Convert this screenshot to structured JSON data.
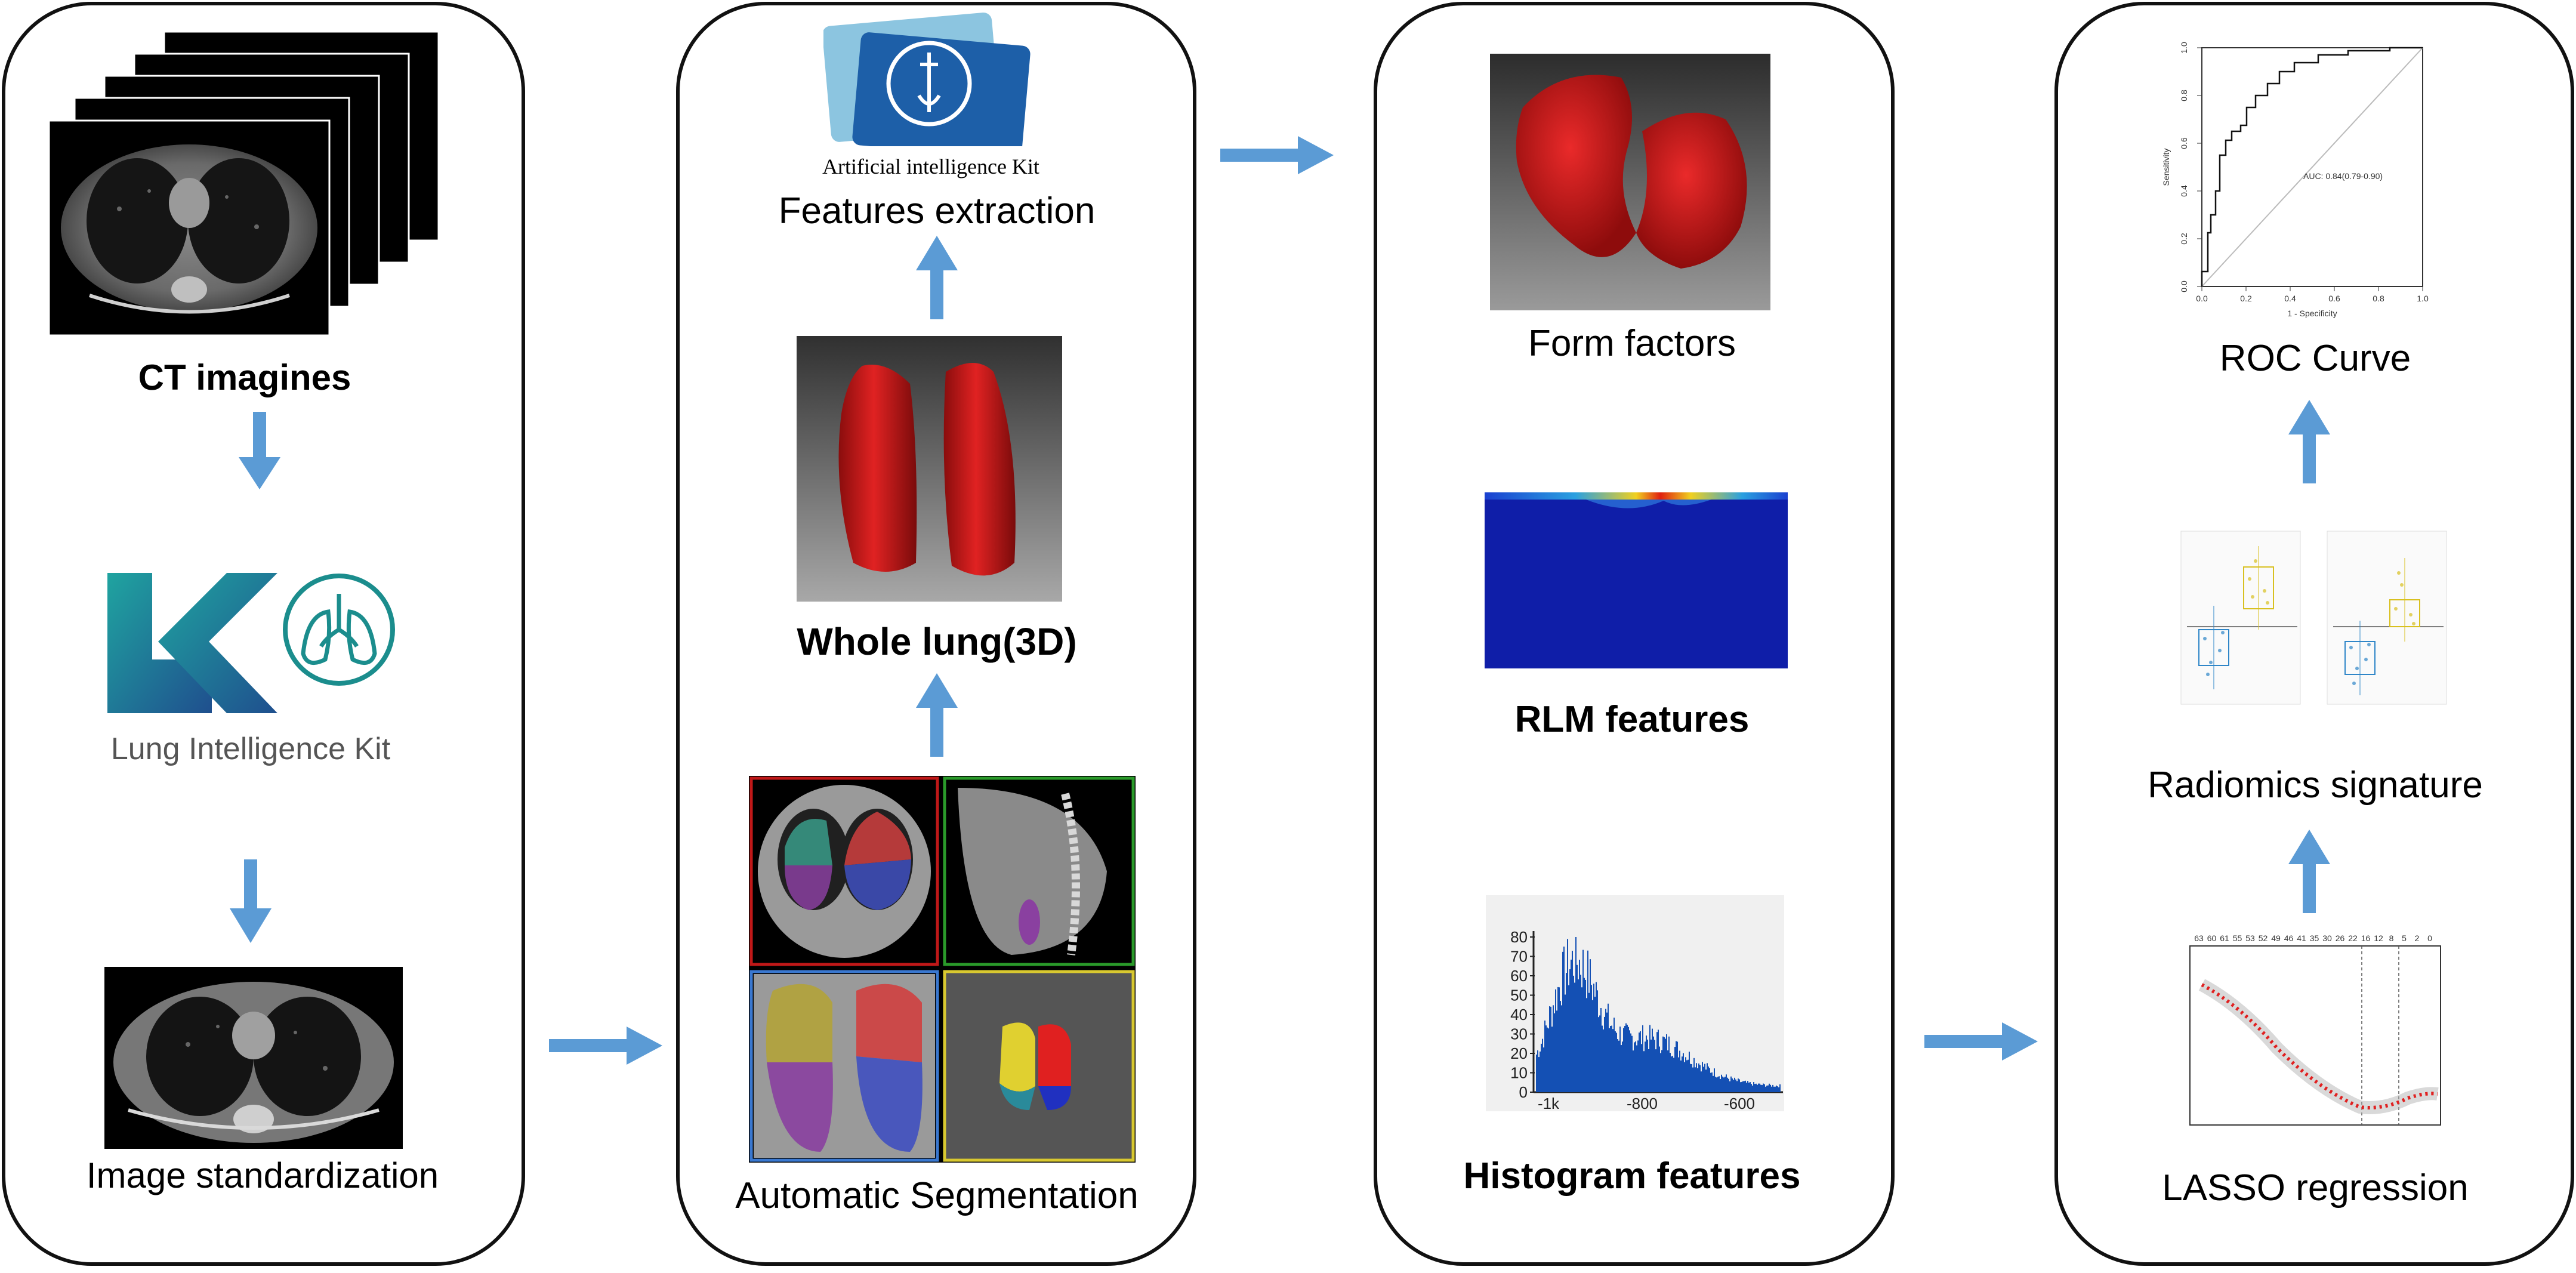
{
  "panels": {
    "p1": {
      "step1": "CT imagines",
      "logo_text": "Lung Intelligence Kit",
      "logo_mark": "LK",
      "step2": "Image standardization"
    },
    "p2": {
      "logo_text": "Artificial intelligence Kit",
      "step_top": "Features extraction",
      "step_mid": "Whole lung(3D)",
      "step_bottom": "Automatic Segmentation"
    },
    "p3": {
      "f1": "Form factors",
      "f2": "RLM features",
      "f3": "Histogram features",
      "hist_ticks_y": [
        "80",
        "70",
        "60",
        "50",
        "40",
        "30",
        "20",
        "10",
        "0"
      ],
      "hist_ticks_x": [
        "-1k",
        "-800",
        "-600"
      ]
    },
    "p4": {
      "roc": "ROC Curve",
      "roc_auc": "AUC: 0.84(0.79-0.90)",
      "roc_xlabel": "1 - Specificity",
      "roc_ylabel": "Sensitivity",
      "roc_xticks": [
        "0.0",
        "0.2",
        "0.4",
        "0.6",
        "0.8",
        "1.0"
      ],
      "roc_yticks": [
        "0.0",
        "0.2",
        "0.4",
        "0.6",
        "0.8",
        "1.0"
      ],
      "sig": "Radiomics signature",
      "lasso": "LASSO regression",
      "lasso_top": [
        "63",
        "60",
        "61",
        "55",
        "53",
        "52",
        "49",
        "46",
        "41",
        "35",
        "30",
        "26",
        "22",
        "16",
        "12",
        "8",
        "5",
        "2",
        "0"
      ]
    }
  },
  "colors": {
    "arrow": "#5b9bd5",
    "lung_red": "#d41a1a",
    "teal": "#1b8d8d",
    "navy": "#1d3f8a",
    "hist_blue": "#1450b4"
  }
}
